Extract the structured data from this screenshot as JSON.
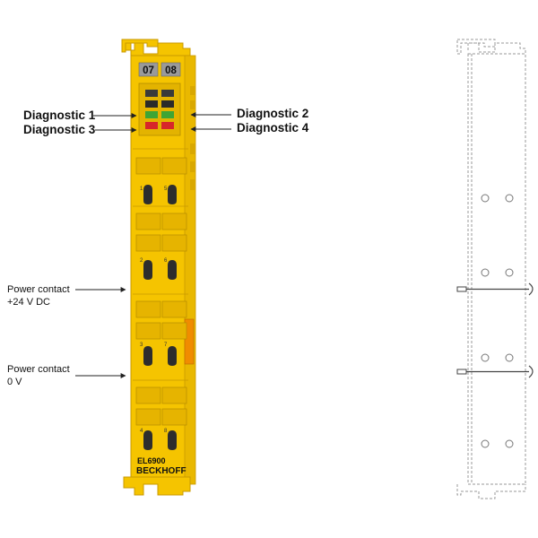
{
  "module": {
    "slot_labels": [
      "07",
      "08"
    ],
    "channel_numbers": [
      "1",
      "5",
      "2",
      "6",
      "3",
      "7",
      "4",
      "8"
    ],
    "model": "EL6900",
    "brand": "BECKHOFF"
  },
  "callouts": {
    "diag1": "Diagnostic 1",
    "diag2": "Diagnostic 2",
    "diag3": "Diagnostic 3",
    "diag4": "Diagnostic 4",
    "power24_line1": "Power contact",
    "power24_line2": "+24 V DC",
    "power0_line1": "Power contact",
    "power0_line2": "0 V"
  },
  "colors": {
    "housing": "#f5c400",
    "housing_dark": "#d9a800",
    "led_green": "#3fa535",
    "led_red": "#d7262a",
    "orange_tab": "#f08c00"
  }
}
